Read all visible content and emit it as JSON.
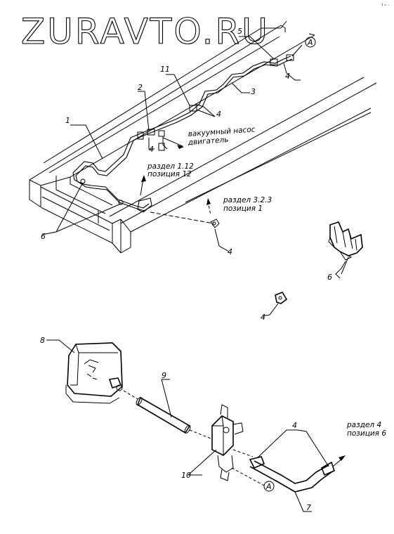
{
  "watermark": "ZURAVTO.RU",
  "corner_mark": "1 = ...",
  "callouts": {
    "c1": "1",
    "c2": "2",
    "c3": "3",
    "c5": "5",
    "c11": "11",
    "c4a": "4",
    "c4b": "4",
    "c4c": "4",
    "c4d": "4",
    "c4e": "4",
    "c4f": "4",
    "c6a": "6",
    "c6b": "6",
    "c7": "7",
    "c8": "8",
    "c9": "9",
    "c10": "10",
    "markA_top": "A",
    "markA_bottom": "A"
  },
  "notes": {
    "vacuum_pump_line1": "вакуумный насос",
    "vacuum_pump_line2": "двигатель",
    "ref_112_line1": "раздел 1.12",
    "ref_112_line2": "позиция 12",
    "ref_323_line1": "раздел 3.2.3",
    "ref_323_line2": "позиция 1",
    "ref_4_line1": "раздел 4",
    "ref_4_line2": "позиция 6"
  }
}
